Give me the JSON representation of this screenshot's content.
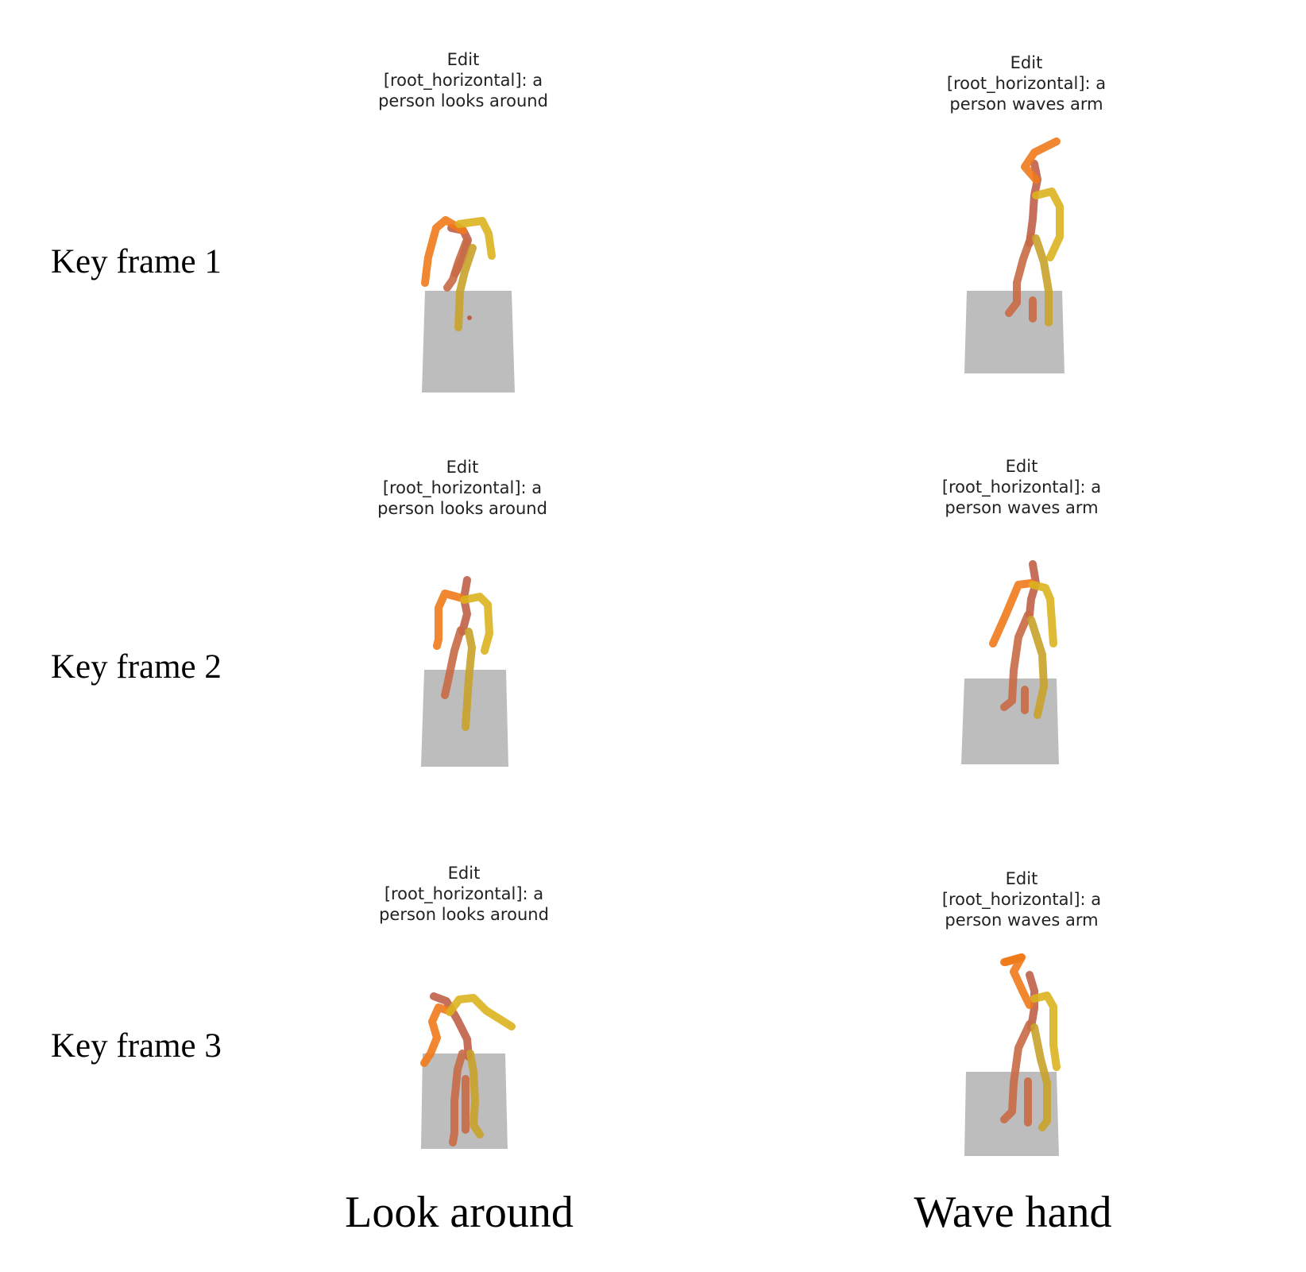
{
  "rows": [
    {
      "label": "Key frame 1"
    },
    {
      "label": "Key frame 2"
    },
    {
      "label": "Key frame 3"
    }
  ],
  "columns": [
    {
      "label": "Look around"
    },
    {
      "label": "Wave hand"
    }
  ],
  "panel_titles": {
    "look": [
      "Edit",
      "[root_horizontal]: a",
      "person looks around"
    ],
    "wave": [
      "Edit",
      "[root_horizontal]: a",
      "person waves arm"
    ]
  },
  "colors": {
    "ground": "#bdbdbd",
    "spine": "#c0604a",
    "left_arm": "#f07a1a",
    "right_arm": "#dcb21e",
    "left_leg": "#c86a45",
    "right_leg": "#c9a22a"
  }
}
